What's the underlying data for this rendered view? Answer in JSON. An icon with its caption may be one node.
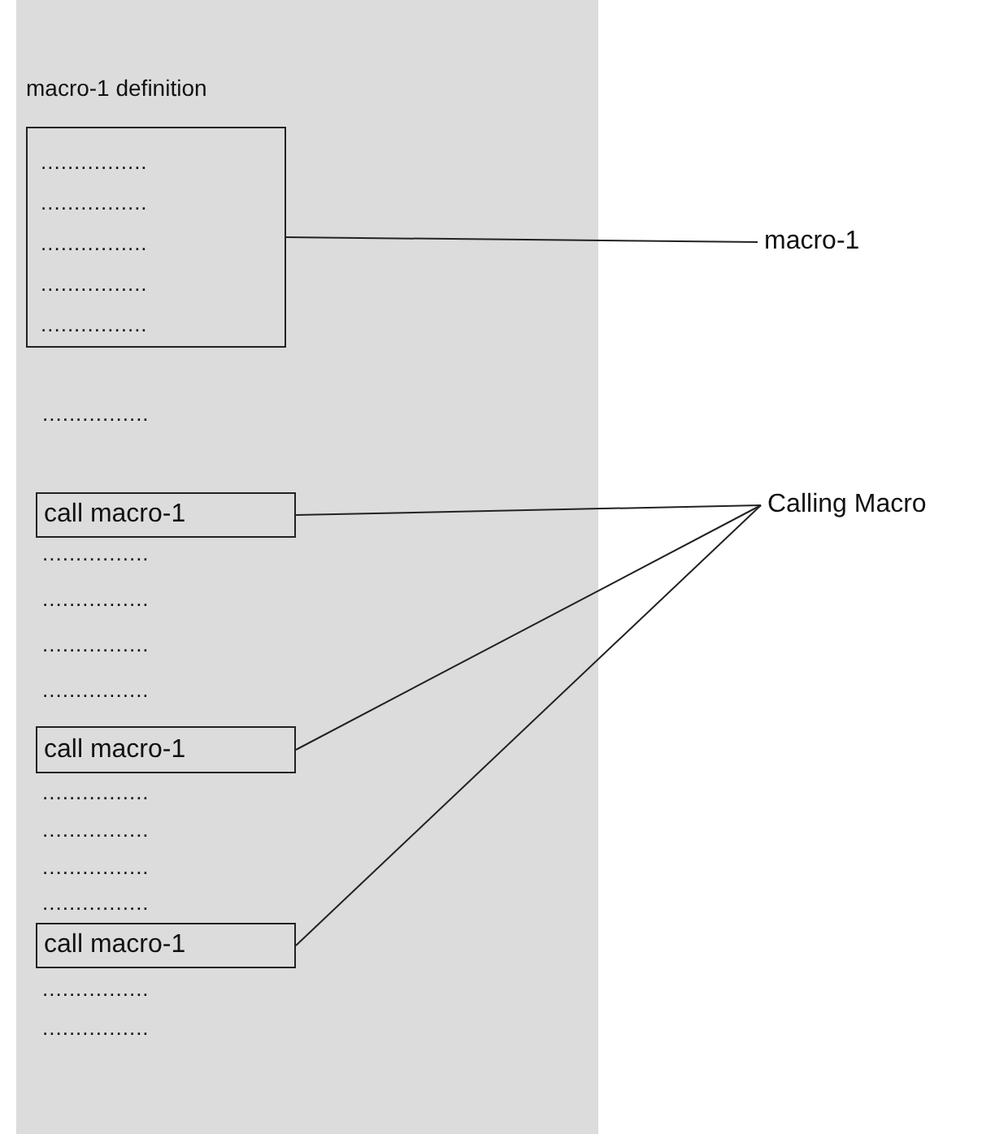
{
  "diagram": {
    "nodes": [
      {
        "text": [],
        "shape": "box"
      },
      {
        "text": [
          "macro-1 definition",
          "................",
          "................",
          "................",
          "................",
          "................"
        ],
        "in": 0
      },
      {
        "text": [
          "call macro-1"
        ],
        "in": 0
      },
      {
        "text": [
          "call macro-1"
        ],
        "in": 0
      },
      {
        "text": [
          "call macro-1"
        ],
        "in": 0
      },
      {
        "text": [
          "macro-1"
        ]
      },
      {
        "text": [
          "Calling Macro"
        ]
      }
    ],
    "edges": [
      {
        "from": 1,
        "to": 5,
        "arrow": "none"
      },
      {
        "from": 2,
        "to": 6,
        "arrow": "none"
      },
      {
        "from": 3,
        "to": 6,
        "arrow": "none"
      },
      {
        "from": 4,
        "to": 6,
        "arrow": "none"
      }
    ],
    "labels": [
      "................",
      "................",
      "................",
      "................",
      "................",
      "................",
      "................",
      "................",
      "................",
      "................",
      "................"
    ]
  }
}
